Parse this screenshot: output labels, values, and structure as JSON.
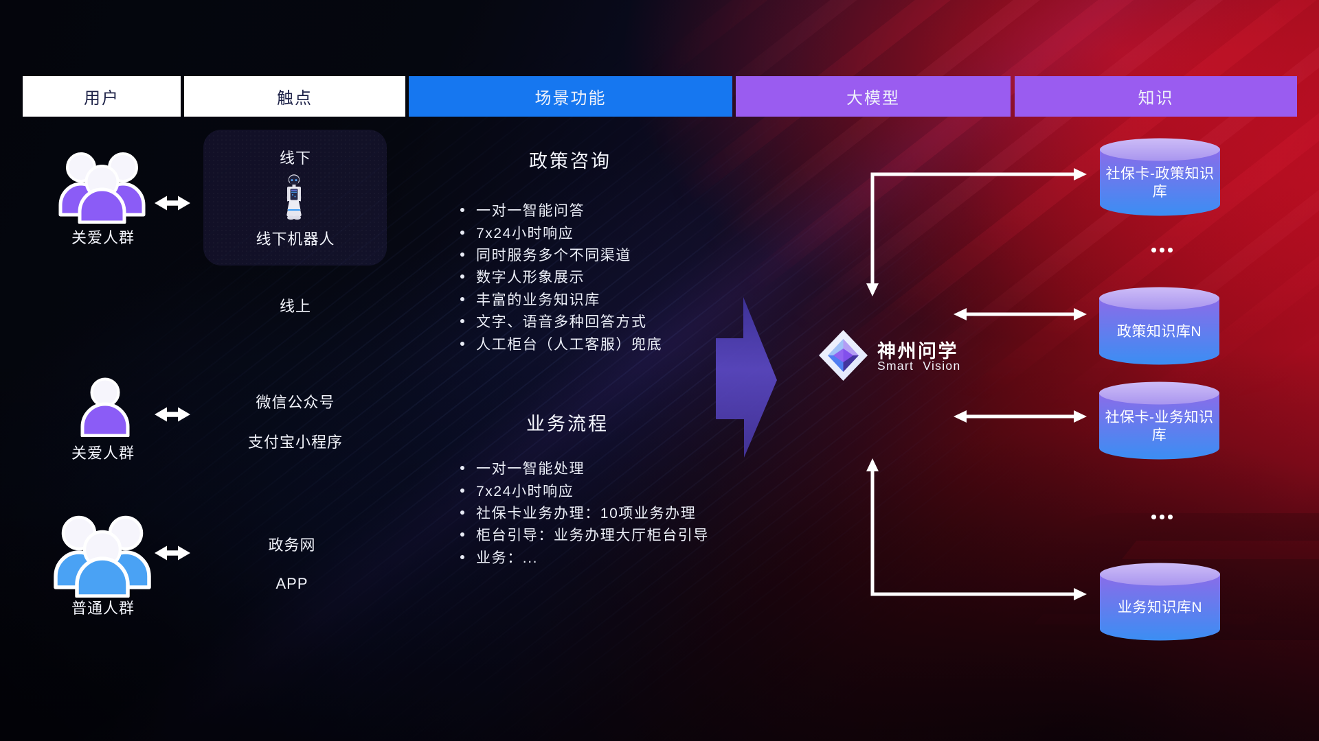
{
  "header": {
    "columns": [
      {
        "label": "用户"
      },
      {
        "label": "触点"
      },
      {
        "label": "场景功能"
      },
      {
        "label": "大模型"
      },
      {
        "label": "知识"
      }
    ]
  },
  "users": {
    "items": [
      {
        "label": "关爱人群",
        "icon": "people-group-icon"
      },
      {
        "label": "关爱人群",
        "icon": "person-icon"
      },
      {
        "label": "普通人群",
        "icon": "people-group-icon"
      }
    ]
  },
  "touchpoints": {
    "offline": {
      "title": "线下",
      "robot_icon": "robot-icon",
      "robot_label": "线下机器人"
    },
    "online_title": "线上",
    "channels": [
      "微信公众号",
      "支付宝小程序",
      "政务网",
      "APP"
    ]
  },
  "scenarios": {
    "policy": {
      "title": "政策咨询",
      "bullets": [
        "一对一智能问答",
        "7x24小时响应",
        "同时服务多个不同渠道",
        "数字人形象展示",
        "丰富的业务知识库",
        "文字、语音多种回答方式",
        "人工柜台（人工客服）兜底"
      ]
    },
    "business": {
      "title": "业务流程",
      "bullets": [
        "一对一智能处理",
        "7x24小时响应",
        "社保卡业务办理：10项业务办理",
        "柜台引导：业务办理大厅柜台引导",
        "业务：..."
      ]
    }
  },
  "model": {
    "brand_cn": "神州问学",
    "brand_en": "Smart Vision",
    "logo_icon": "brand-diamond-icon"
  },
  "knowledge": {
    "cylinders": [
      {
        "label": "社保卡-政策知识库"
      },
      {
        "label": "政策知识库N"
      },
      {
        "label": "社保卡-业务知识库"
      },
      {
        "label": "业务知识库N"
      }
    ],
    "ellipsis": "..."
  },
  "colors": {
    "header_white_bg": "#ffffff",
    "header_white_text": "#1d2147",
    "header_blue": "#1677f0",
    "header_purple": "#9a5cf0",
    "header_colored_text": "#ffffff",
    "user_purple": "#8b5cf6",
    "user_blue": "#4aa2f4",
    "arrow_white": "#ffffff",
    "flow_arrow_purple": "#5547c0",
    "cylinder_top": "#c3b0f4",
    "cylinder_body_top": "#8467e6",
    "cylinder_body_bottom": "#3b8ef3"
  }
}
